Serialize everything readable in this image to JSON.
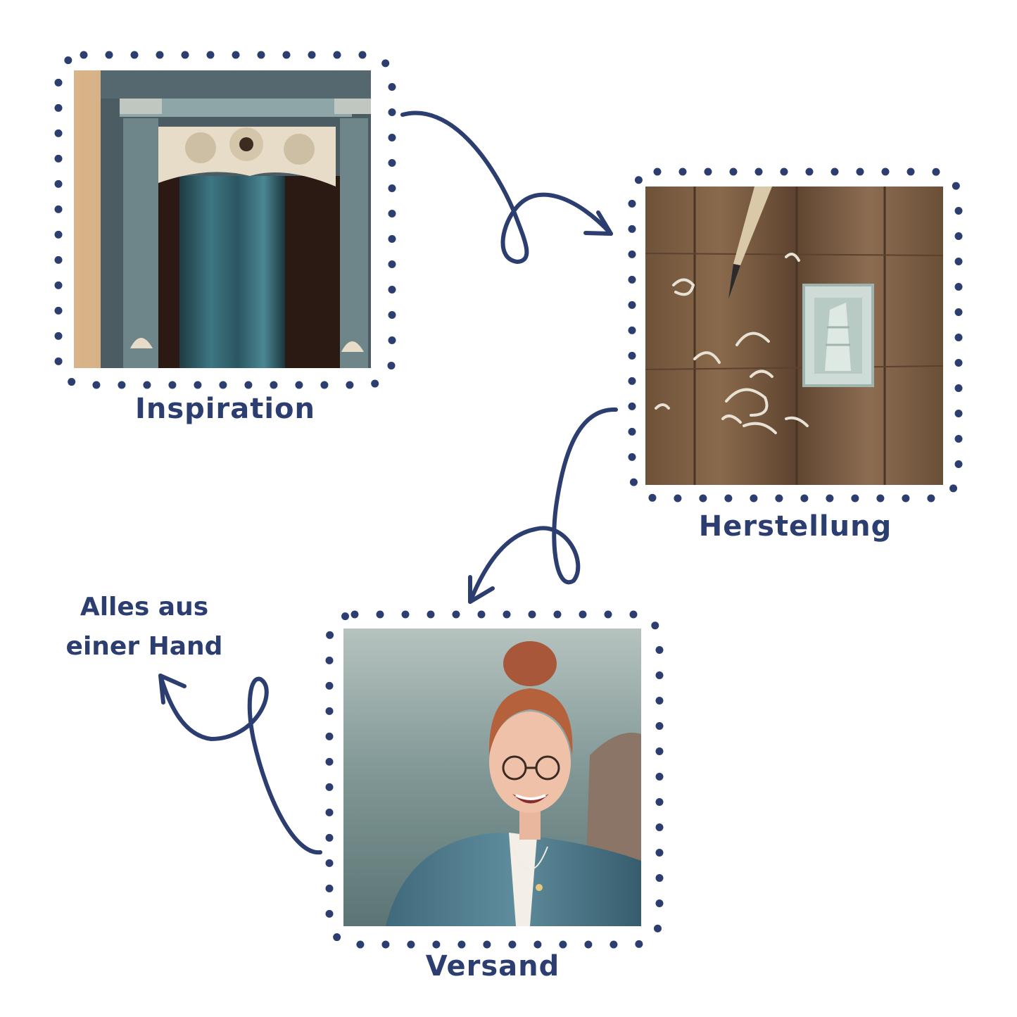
{
  "colors": {
    "accent": "#2c3e70",
    "background": "#ffffff"
  },
  "steps": [
    {
      "label": "Inspiration",
      "photo_icon": "ornate-carved-cabinet-photo"
    },
    {
      "label": "Herstellung",
      "photo_icon": "carved-stamp-on-wood-photo"
    },
    {
      "label": "Versand",
      "photo_icon": "smiling-woman-portrait-photo"
    }
  ],
  "side_note": {
    "line1": "Alles aus",
    "line2": "einer Hand"
  }
}
